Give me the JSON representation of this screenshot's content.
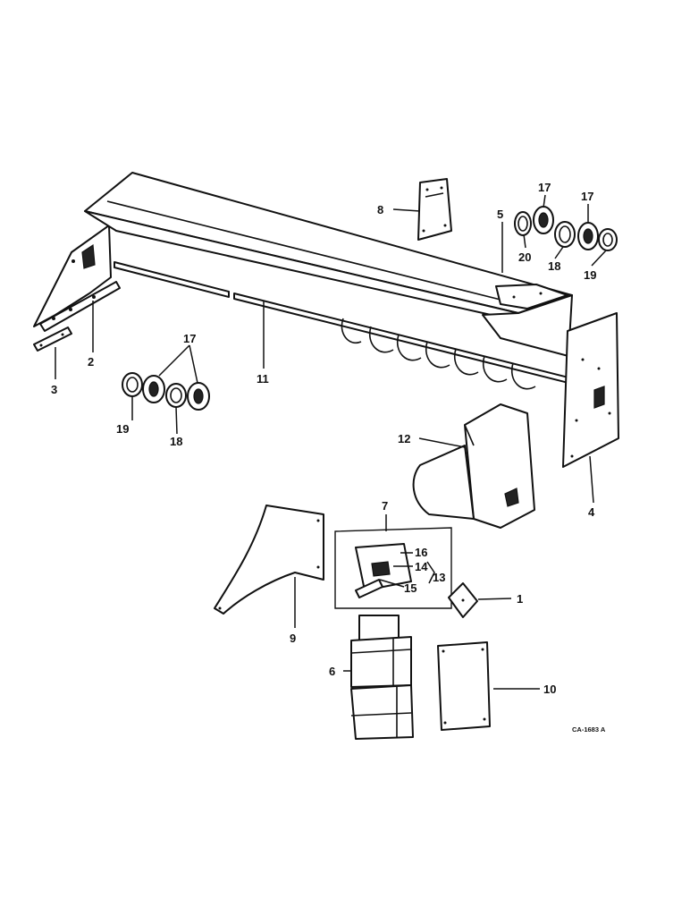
{
  "diagram": {
    "callouts": {
      "c1": "1",
      "c2": "2",
      "c3": "3",
      "c4": "4",
      "c5": "5",
      "c6": "6",
      "c7": "7",
      "c8": "8",
      "c9": "9",
      "c10": "10",
      "c11": "11",
      "c12": "12",
      "c13": "13",
      "c14": "14",
      "c15": "15",
      "c16": "16",
      "c17a": "17",
      "c17b": "17",
      "c17c": "17",
      "c18a": "18",
      "c18b": "18",
      "c19a": "19",
      "c19b": "19",
      "c20": "20"
    },
    "figure_code": "CA-1683 A"
  }
}
